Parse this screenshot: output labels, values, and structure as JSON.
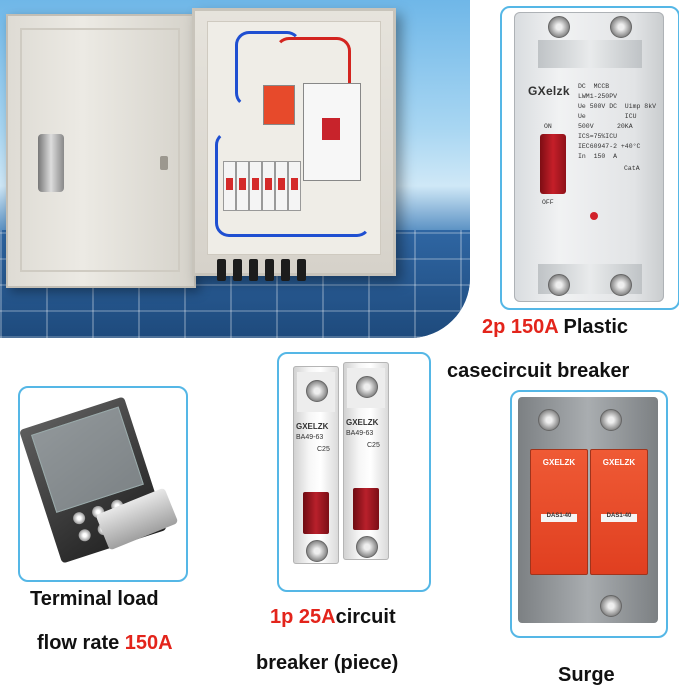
{
  "products": {
    "mccb": {
      "caption_highlight": "2p 150A",
      "caption_rest": " Plastic",
      "caption_line2": "casecircuit breaker",
      "brand": "GXelzk",
      "label_lines": [
        "DC  MCCB",
        "LWM1-250PV",
        "Ue 500V DC  Uimp 8kV",
        "Ue          ICU",
        "500V      20KA",
        "ICS=75%ICU",
        "IEC60947-2 +40°C",
        "In  150  A"
      ],
      "cat": "CatA",
      "on_text": "ON",
      "off_text": "OFF"
    },
    "mcb": {
      "caption_highlight": "1p 25A",
      "caption_rest": "circuit",
      "caption_line2": "breaker (piece)",
      "brand": "GXELZK",
      "model": "BA49-63",
      "rating": "C25"
    },
    "terminal": {
      "caption_line1": "Terminal load",
      "caption_line2_text": "flow rate ",
      "caption_line2_highlight": "150A"
    },
    "surge": {
      "caption": "Surge",
      "brand": "GXELZK",
      "model": "DAS1-40"
    }
  },
  "colors": {
    "frame": "#55b7e6",
    "highlight": "#e3241b"
  }
}
